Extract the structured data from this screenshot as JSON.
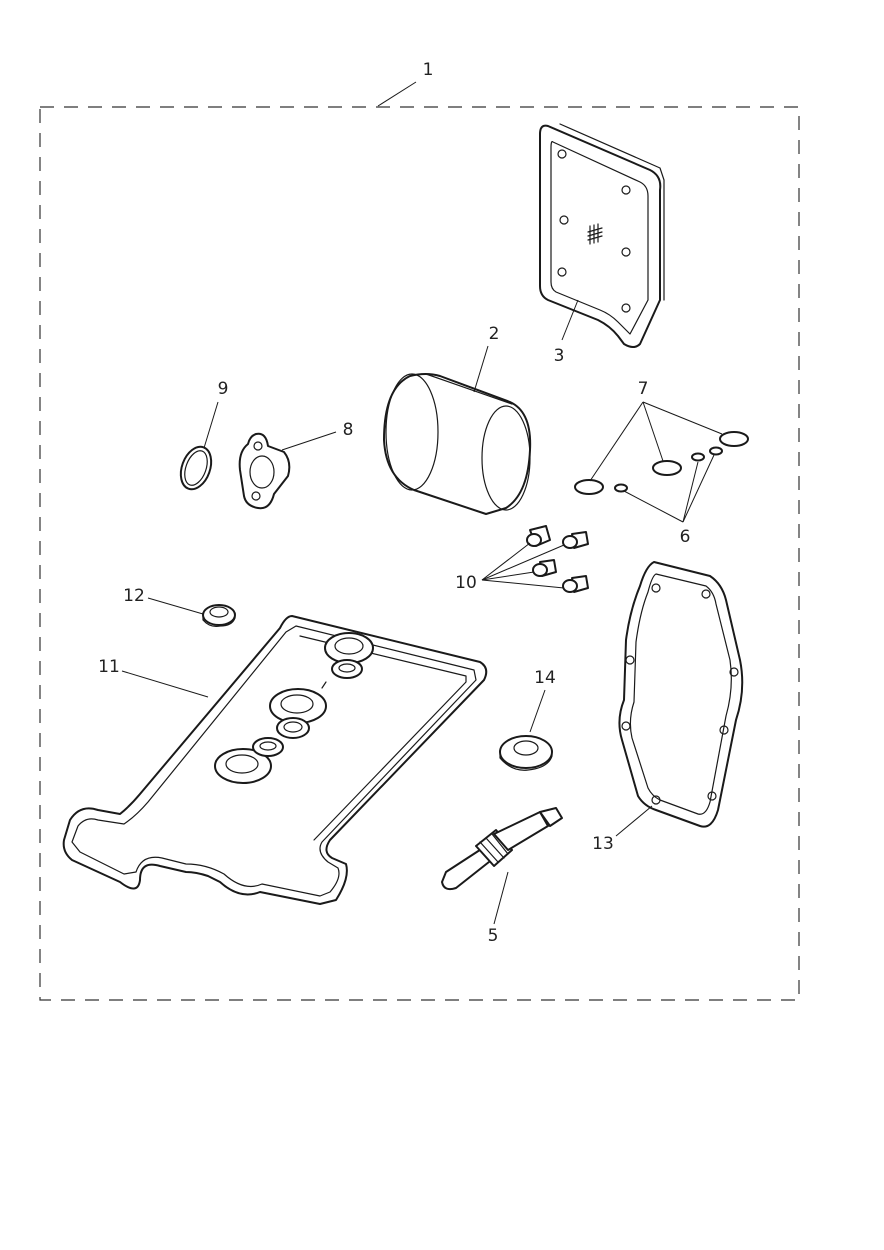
{
  "diagram": {
    "callouts": [
      {
        "id": "1",
        "text": "1"
      },
      {
        "id": "2",
        "text": "2"
      },
      {
        "id": "3",
        "text": "3"
      },
      {
        "id": "5",
        "text": "5"
      },
      {
        "id": "6",
        "text": "6"
      },
      {
        "id": "7",
        "text": "7"
      },
      {
        "id": "8",
        "text": "8"
      },
      {
        "id": "9",
        "text": "9"
      },
      {
        "id": "10",
        "text": "10"
      },
      {
        "id": "11",
        "text": "11"
      },
      {
        "id": "12",
        "text": "12"
      },
      {
        "id": "13",
        "text": "13"
      },
      {
        "id": "14",
        "text": "14"
      }
    ],
    "colors": {
      "line": "#1a1a1a",
      "background": "#ffffff"
    }
  }
}
